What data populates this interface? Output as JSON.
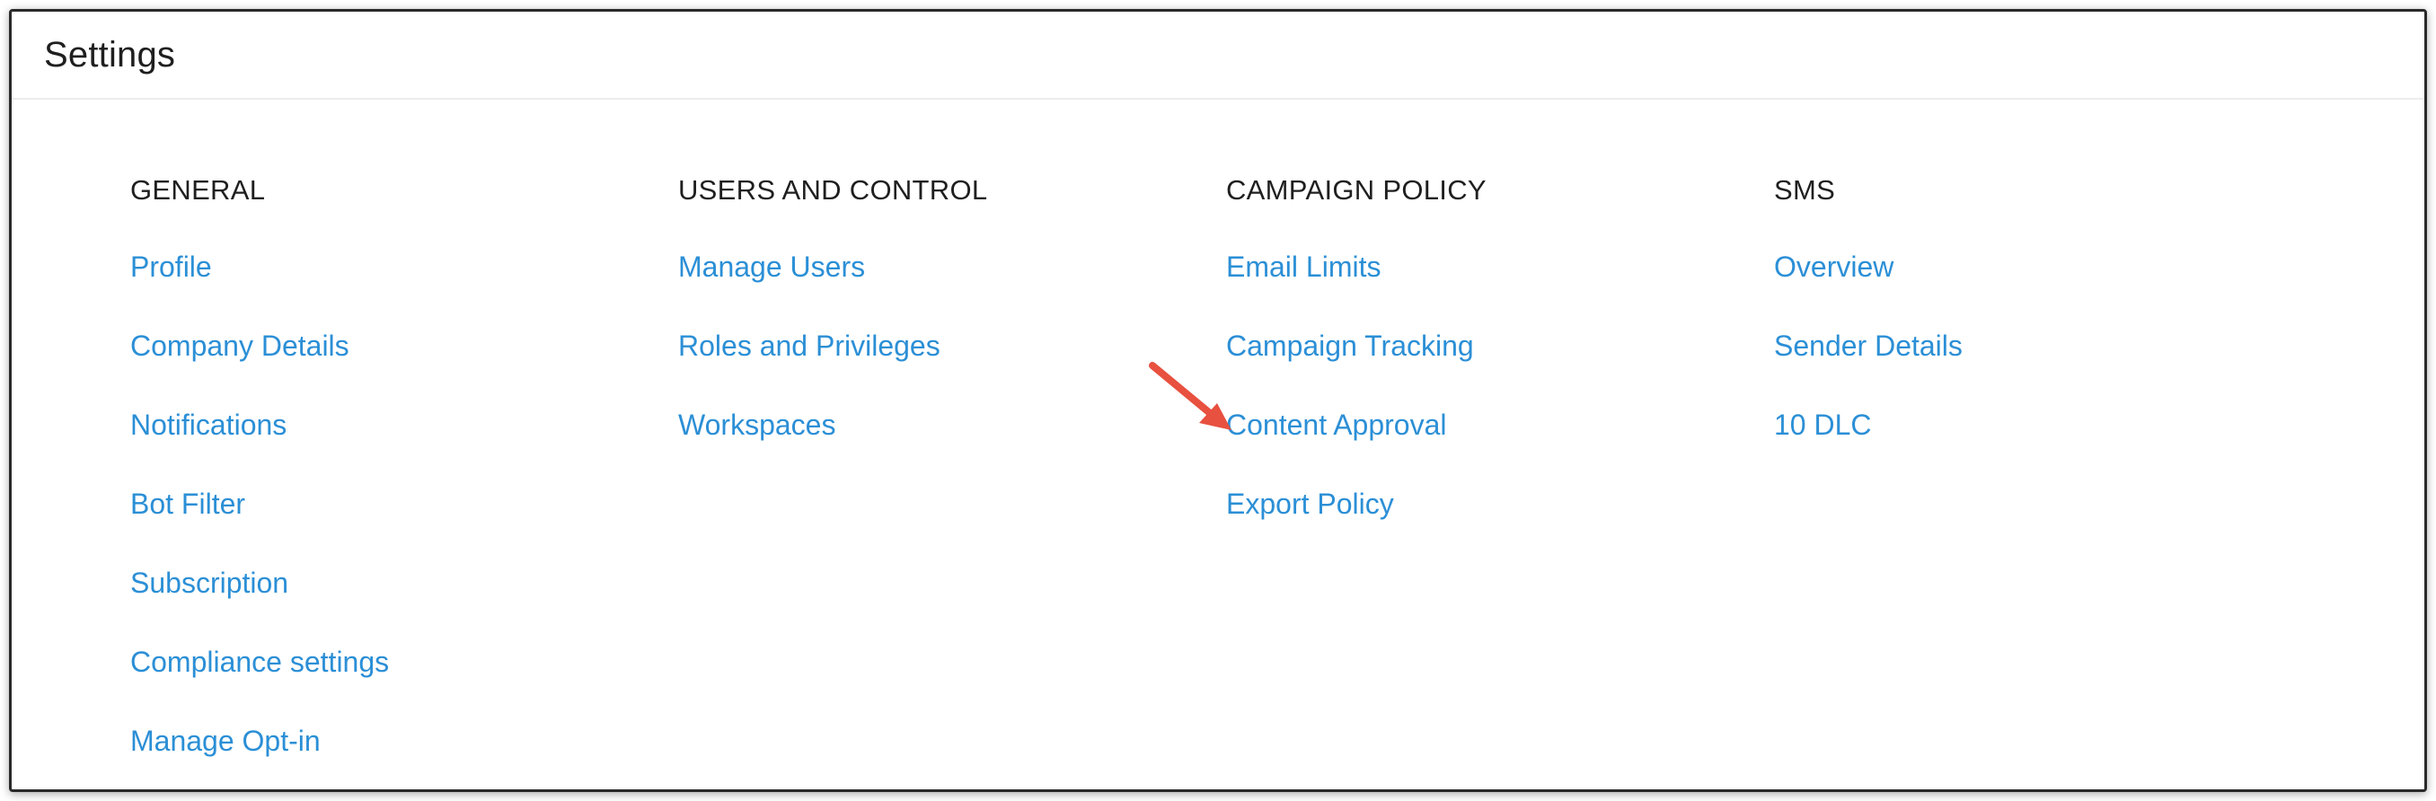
{
  "header": {
    "title": "Settings"
  },
  "sections": [
    {
      "heading": "GENERAL",
      "links": [
        "Profile",
        "Company Details",
        "Notifications",
        "Bot Filter",
        "Subscription",
        "Compliance settings",
        "Manage Opt-in"
      ]
    },
    {
      "heading": "USERS AND CONTROL",
      "links": [
        "Manage Users",
        "Roles and Privileges",
        "Workspaces"
      ]
    },
    {
      "heading": "CAMPAIGN POLICY",
      "links": [
        "Email Limits",
        "Campaign Tracking",
        "Content Approval",
        "Export Policy"
      ]
    },
    {
      "heading": "SMS",
      "links": [
        "Overview",
        "Sender Details",
        "10 DLC"
      ]
    }
  ],
  "annotation": {
    "icon": "arrow-pointer-icon",
    "color": "#e8503f"
  },
  "colors": {
    "link": "#2b8fd6",
    "heading": "#1f1f1f"
  }
}
